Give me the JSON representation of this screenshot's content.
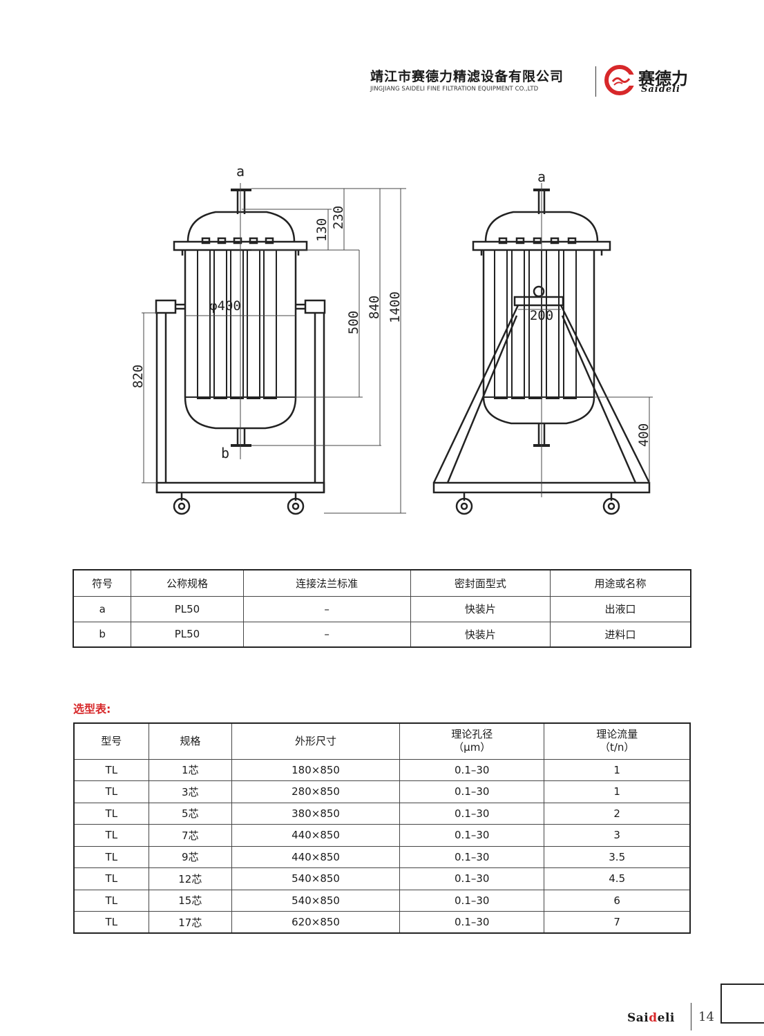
{
  "header": {
    "company_cn": "靖江市赛德力精滤设备有限公司",
    "company_en": "JINGJIANG SAIDELI FINE FILTRATION EQUIPMENT CO.,LTD",
    "logo_cn": "赛德力",
    "logo_en": "Saideli",
    "logo_color": "#d7282a"
  },
  "drawing": {
    "front": {
      "label_a": "a",
      "label_b": "b",
      "dim_130": "130",
      "dim_230": "230",
      "dim_500": "500",
      "dim_840": "840",
      "dim_1400": "1400",
      "dim_820": "820",
      "dim_diameter": "φ400"
    },
    "side": {
      "label_a": "a",
      "dim_200": "200",
      "dim_400": "400"
    }
  },
  "ports_table": {
    "headers": [
      "符号",
      "公称规格",
      "连接法兰标准",
      "密封面型式",
      "用途或名称"
    ],
    "rows": [
      [
        "a",
        "PL50",
        "–",
        "快装片",
        "出液口"
      ],
      [
        "b",
        "PL50",
        "–",
        "快装片",
        "进料口"
      ]
    ]
  },
  "selection": {
    "title": "选型表:",
    "headers": [
      {
        "main": "型号",
        "sub": ""
      },
      {
        "main": "规格",
        "sub": ""
      },
      {
        "main": "外形尺寸",
        "sub": ""
      },
      {
        "main": "理论孔径",
        "sub": "（μm）"
      },
      {
        "main": "理论流量",
        "sub": "（t/n）"
      }
    ],
    "rows": [
      [
        "TL",
        "1芯",
        "180×850",
        "0.1–30",
        "1"
      ],
      [
        "TL",
        "3芯",
        "280×850",
        "0.1–30",
        "1"
      ],
      [
        "TL",
        "5芯",
        "380×850",
        "0.1–30",
        "2"
      ],
      [
        "TL",
        "7芯",
        "440×850",
        "0.1–30",
        "3"
      ],
      [
        "TL",
        "9芯",
        "440×850",
        "0.1–30",
        "3.5"
      ],
      [
        "TL",
        "12芯",
        "540×850",
        "0.1–30",
        "4.5"
      ],
      [
        "TL",
        "15芯",
        "540×850",
        "0.1–30",
        "6"
      ],
      [
        "TL",
        "17芯",
        "620×850",
        "0.1–30",
        "7"
      ]
    ]
  },
  "footer": {
    "brand_prefix": "Sai",
    "brand_accent": "d",
    "brand_suffix": "eli",
    "page_number": "14"
  }
}
